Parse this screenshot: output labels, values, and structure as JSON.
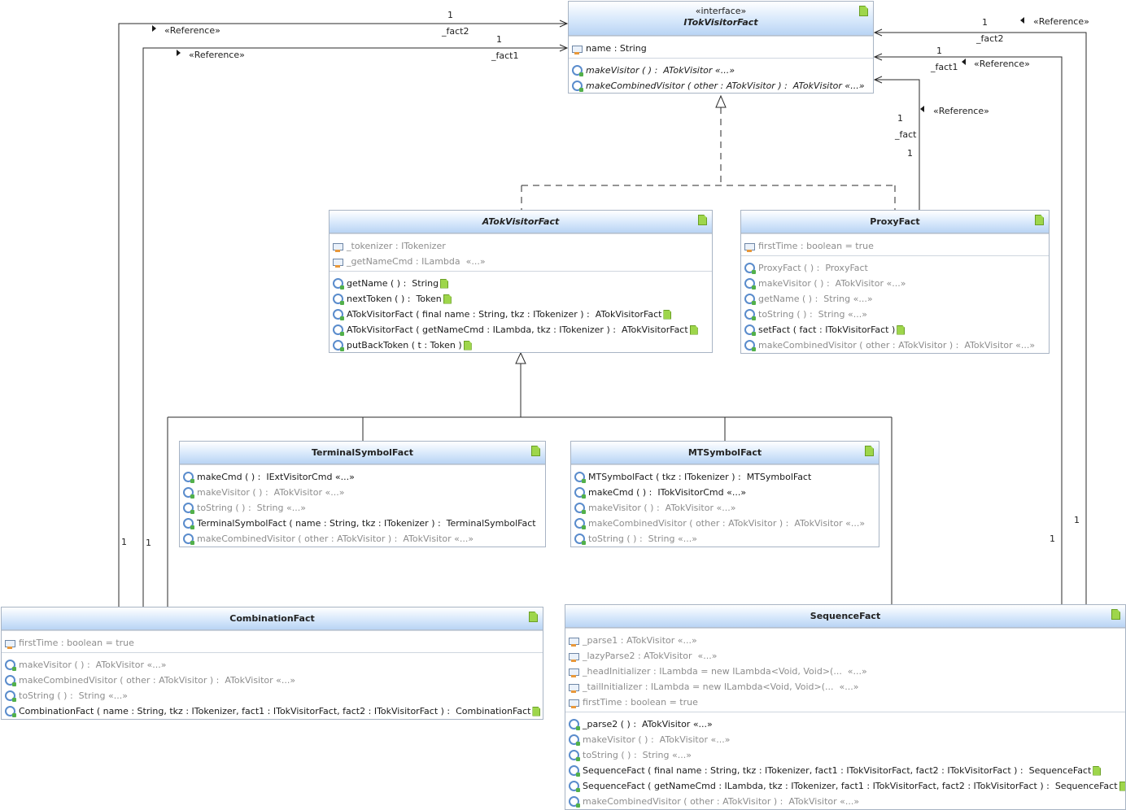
{
  "colors": {
    "header_top": "#ffffff",
    "header_bottom": "#b9d4f4",
    "border": "#a8b4c4",
    "dim_text": "#8d8d8d",
    "note_icon": "#9ed64b"
  },
  "classes": {
    "itokvisitorfact": {
      "stereotype": "«interface»",
      "name": "ITokVisitorFact",
      "attributes": [
        {
          "text": "name : String",
          "dim": false
        }
      ],
      "operations": [
        {
          "text": "makeVisitor ( ) :  ATokVisitor «...»",
          "italic": true,
          "dim": false
        },
        {
          "text": "makeCombinedVisitor ( other : ATokVisitor ) :  ATokVisitor «...»",
          "italic": true,
          "dim": false
        }
      ]
    },
    "atokvisitorfact": {
      "name": "ATokVisitorFact",
      "attributes": [
        {
          "text": "_tokenizer : ITokenizer",
          "dim": true
        },
        {
          "text": "_getNameCmd : ILambda  «...»",
          "dim": true
        }
      ],
      "operations": [
        {
          "text": "getName ( ) :  String",
          "file": true
        },
        {
          "text": "nextToken ( ) :  Token",
          "file": true
        },
        {
          "text": "ATokVisitorFact ( final name : String, tkz : ITokenizer ) :  ATokVisitorFact",
          "file": true
        },
        {
          "text": "ATokVisitorFact ( getNameCmd : ILambda, tkz : ITokenizer ) :  ATokVisitorFact",
          "file": true
        },
        {
          "text": "putBackToken ( t : Token )",
          "file": true
        }
      ]
    },
    "proxyfact": {
      "name": "ProxyFact",
      "attributes": [
        {
          "text": "firstTime : boolean = true",
          "dim": true
        }
      ],
      "operations": [
        {
          "text": "ProxyFact ( ) :  ProxyFact",
          "dim": true
        },
        {
          "text": "makeVisitor ( ) :  ATokVisitor «...»",
          "dim": true
        },
        {
          "text": "getName ( ) :  String «...»",
          "dim": true
        },
        {
          "text": "toString ( ) :  String «...»",
          "dim": true
        },
        {
          "text": "setFact ( fact : ITokVisitorFact )",
          "dim": false,
          "file": true
        },
        {
          "text": "makeCombinedVisitor ( other : ATokVisitor ) :  ATokVisitor «...»",
          "dim": true
        }
      ]
    },
    "terminalsymbolfact": {
      "name": "TerminalSymbolFact",
      "operations": [
        {
          "text": "makeCmd ( ) :  IExtVisitorCmd «...»",
          "dim": false
        },
        {
          "text": "makeVisitor ( ) :  ATokVisitor «...»",
          "dim": true
        },
        {
          "text": "toString ( ) :  String «...»",
          "dim": true
        },
        {
          "text": "TerminalSymbolFact ( name : String, tkz : ITokenizer ) :  TerminalSymbolFact",
          "dim": false
        },
        {
          "text": "makeCombinedVisitor ( other : ATokVisitor ) :  ATokVisitor «...»",
          "dim": true
        }
      ]
    },
    "mtsymbolfact": {
      "name": "MTSymbolFact",
      "operations": [
        {
          "text": "MTSymbolFact ( tkz : ITokenizer ) :  MTSymbolFact",
          "dim": false
        },
        {
          "text": "makeCmd ( ) :  ITokVisitorCmd «...»",
          "dim": false
        },
        {
          "text": "makeVisitor ( ) :  ATokVisitor «...»",
          "dim": true
        },
        {
          "text": "makeCombinedVisitor ( other : ATokVisitor ) :  ATokVisitor «...»",
          "dim": true
        },
        {
          "text": "toString ( ) :  String «...»",
          "dim": true
        }
      ]
    },
    "combinationfact": {
      "name": "CombinationFact",
      "attributes": [
        {
          "text": "firstTime : boolean = true",
          "dim": true
        }
      ],
      "operations": [
        {
          "text": "makeVisitor ( ) :  ATokVisitor «...»",
          "dim": true
        },
        {
          "text": "makeCombinedVisitor ( other : ATokVisitor ) :  ATokVisitor «...»",
          "dim": true
        },
        {
          "text": "toString ( ) :  String «...»",
          "dim": true
        },
        {
          "text": "CombinationFact ( name : String, tkz : ITokenizer, fact1 : ITokVisitorFact, fact2 : ITokVisitorFact ) :  CombinationFact",
          "dim": false,
          "file": true
        }
      ]
    },
    "sequencefact": {
      "name": "SequenceFact",
      "attributes": [
        {
          "text": "_parse1 : ATokVisitor «...»",
          "dim": true
        },
        {
          "text": "_lazyParse2 : ATokVisitor  «...»",
          "dim": true
        },
        {
          "text": "_headInitializer : ILambda = new ILambda<Void, Void>(...  «...»",
          "dim": true
        },
        {
          "text": "_tailInitializer : ILambda = new ILambda<Void, Void>(...  «...»",
          "dim": true
        },
        {
          "text": "firstTime : boolean = true",
          "dim": true
        }
      ],
      "operations": [
        {
          "text": "_parse2 ( ) :  ATokVisitor «...»",
          "dim": false
        },
        {
          "text": "makeVisitor ( ) :  ATokVisitor «...»",
          "dim": true
        },
        {
          "text": "toString ( ) :  String «...»",
          "dim": true
        },
        {
          "text": "SequenceFact ( final name : String, tkz : ITokenizer, fact1 : ITokVisitorFact, fact2 : ITokVisitorFact ) :  SequenceFact",
          "dim": false,
          "file": true
        },
        {
          "text": "SequenceFact ( getNameCmd : ILambda, tkz : ITokenizer, fact1 : ITokVisitorFact, fact2 : ITokVisitorFact ) :  SequenceFact",
          "dim": false,
          "file": true
        },
        {
          "text": "makeCombinedVisitor ( other : ATokVisitor ) :  ATokVisitor «...»",
          "dim": true
        }
      ]
    }
  },
  "connectors": {
    "comb_fact2": {
      "stereo": "«Reference»",
      "role": "_fact2",
      "mult_src": "1",
      "mult_dst": "1"
    },
    "comb_fact1": {
      "stereo": "«Reference»",
      "role": "_fact1",
      "mult_src": "1",
      "mult_dst": "1"
    },
    "seq_fact2": {
      "stereo": "«Reference»",
      "role": "_fact2",
      "mult_src": "1",
      "mult_dst": "1"
    },
    "seq_fact1": {
      "stereo": "«Reference»",
      "role": "_fact1",
      "mult_src": "1",
      "mult_dst": "1"
    },
    "proxy_fact": {
      "stereo": "«Reference»",
      "role": "_fact",
      "mult_src": "1",
      "mult_dst": "1"
    }
  }
}
